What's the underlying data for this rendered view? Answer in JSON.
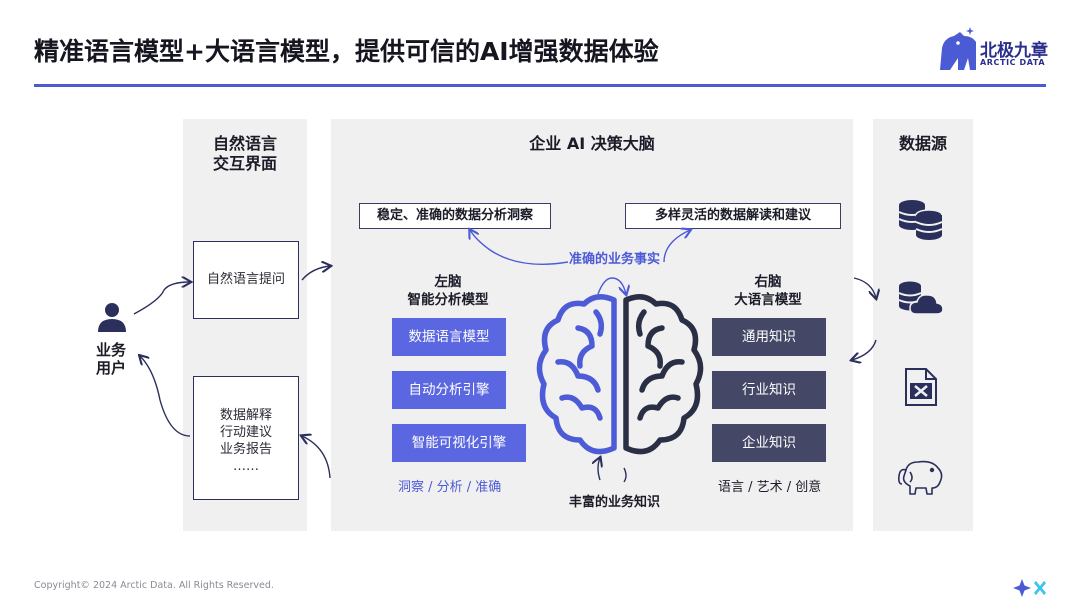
{
  "page": {
    "title": "精准语言模型+大语言模型，提供可信的AI增强数据体验",
    "copyright": "Copyright© 2024 Arctic Data. All Rights Reserved."
  },
  "brand": {
    "name_cn": "北极九章",
    "name_en": "ARCTIC DATA",
    "accent_color": "#4a5bd4",
    "logo_icon": "polar-bear-icon"
  },
  "user": {
    "label_line1": "业务",
    "label_line2": "用户",
    "icon": "user-icon"
  },
  "interface_panel": {
    "title_line1": "自然语言",
    "title_line2": "交互界面",
    "query_box": "自然语言提问",
    "output_lines": [
      "数据解释",
      "行动建议",
      "业务报告",
      "……"
    ]
  },
  "brain_panel": {
    "title": "企业 AI 决策大脑",
    "insight_left": "稳定、准确的数据分析洞察",
    "insight_right": "多样灵活的数据解读和建议",
    "top_label": "准确的业务事实",
    "bottom_label": "丰富的业务知识",
    "left_brain": {
      "title_line1": "左脑",
      "title_line2": "智能分析模型",
      "items": [
        "数据语言模型",
        "自动分析引擎",
        "智能可视化引擎"
      ],
      "tags": "洞察 / 分析 / 准确",
      "color": "#5a67e0"
    },
    "right_brain": {
      "title_line1": "右脑",
      "title_line2": "大语言模型",
      "items": [
        "通用知识",
        "行业知识",
        "企业知识"
      ],
      "tags": "语言 / 艺术 / 创意",
      "color": "#444766"
    },
    "brain_icon": "brain-icon"
  },
  "data_sources": {
    "title": "数据源",
    "icons": [
      "database-icon",
      "cloud-database-icon",
      "excel-icon",
      "hadoop-icon"
    ]
  }
}
